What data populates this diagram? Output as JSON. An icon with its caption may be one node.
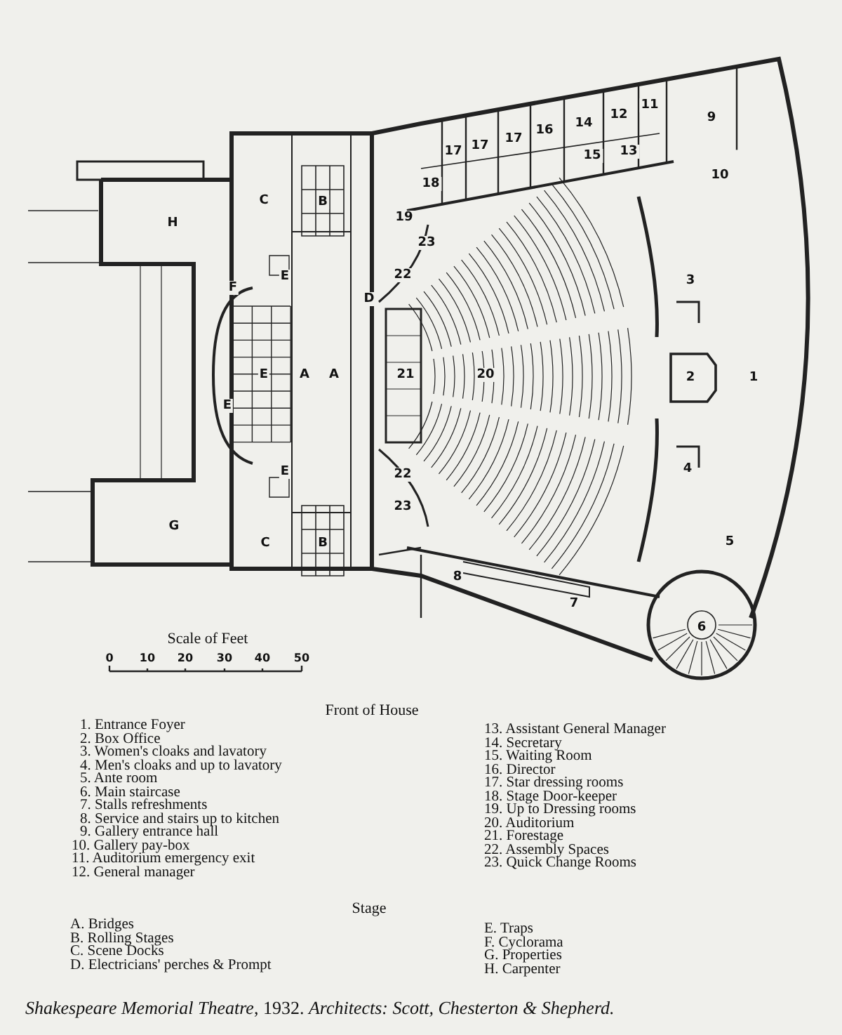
{
  "diagram": {
    "caption": "*Shakespeare Memorial Theatre*, 1932. *Architects: Scott, Chesterton & Shepherd.*",
    "labels": [
      "11",
      "12",
      "9",
      "14",
      "16",
      "17",
      "17",
      "17",
      "13",
      "15",
      "10",
      "18",
      "C",
      "B",
      "19",
      "H",
      "23",
      "E",
      "22",
      "3",
      "F",
      "D",
      "E",
      "A",
      "A",
      "21",
      "20",
      "2",
      "1",
      "E",
      "E",
      "22",
      "4",
      "23",
      "G",
      "C",
      "B",
      "5",
      "8",
      "7",
      "6",
      "Scale of Feet",
      "0",
      "10",
      "20",
      "30",
      "40",
      "50",
      "Front of House",
      "1. Entrance Foyer",
      "2. Box Office",
      "3. Women's cloaks and lavatory",
      "4. Men's cloaks and up to lavatory",
      "5. Ante room",
      "6. Main staircase",
      "7. Stalls refreshments",
      "8. Service and stairs up to kitchen",
      "9. Gallery entrance hall",
      "10. Gallery pay-box",
      "11. Auditorium emergency exit",
      "12. General manager",
      "13. Assistant General Manager",
      "14. Secretary",
      "15. Waiting Room",
      "16. Director",
      "17. Star dressing rooms",
      "18. Stage Door-keeper",
      "19. Up to Dressing rooms",
      "20. Auditorium",
      "21. Forestage",
      "22. Assembly Spaces",
      "23. Quick Change Rooms",
      "Stage",
      "A. Bridges",
      "B. Rolling Stages",
      "C. Scene Docks",
      "D. Electricians' perches & Prompt",
      "E. Traps",
      "F. Cyclorama",
      "G. Properties",
      "H. Carpenter"
    ]
  }
}
